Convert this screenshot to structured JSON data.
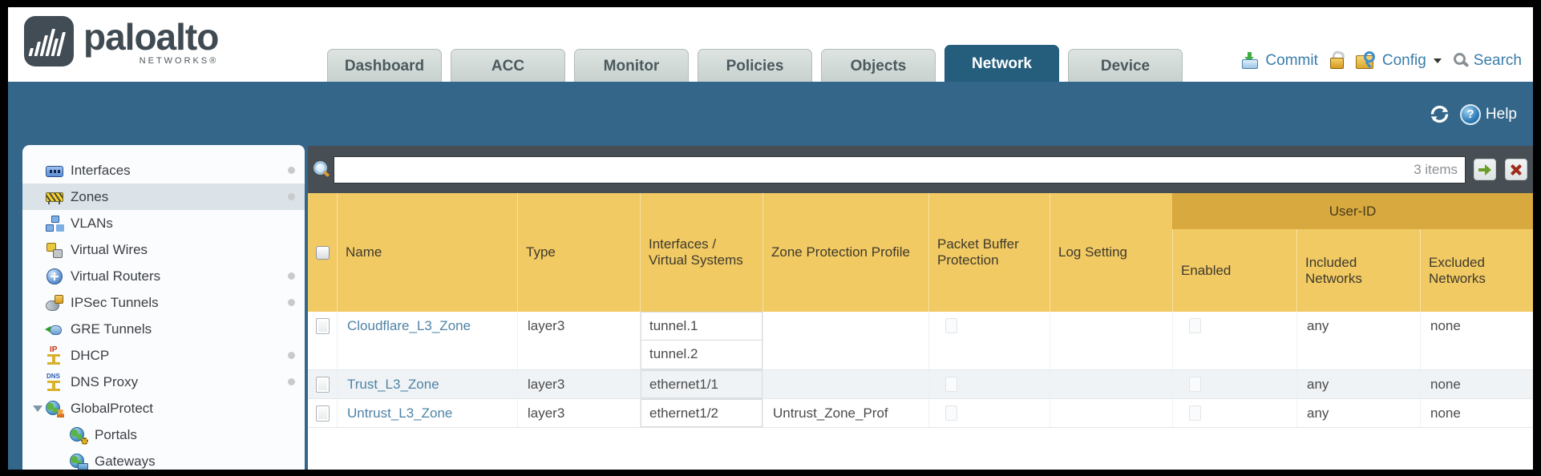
{
  "brand": {
    "logo_text": "paloalto",
    "logo_sub": "NETWORKS®"
  },
  "nav_tabs": [
    {
      "label": "Dashboard",
      "active": false
    },
    {
      "label": "ACC",
      "active": false
    },
    {
      "label": "Monitor",
      "active": false
    },
    {
      "label": "Policies",
      "active": false
    },
    {
      "label": "Objects",
      "active": false
    },
    {
      "label": "Network",
      "active": true
    },
    {
      "label": "Device",
      "active": false
    }
  ],
  "header_actions": {
    "commit": "Commit",
    "config": "Config",
    "search": "Search"
  },
  "band_tools": {
    "help": "Help",
    "icons": [
      "refresh-icon",
      "help-icon"
    ]
  },
  "colors": {
    "band_teal": "#336689",
    "active_tab": "#255e7d",
    "table_header_gold": "#f2ca64",
    "user_id_band_gold": "#d7a93e",
    "filter_bar_gray": "#474e54",
    "link_blue": "#4e83a6",
    "alt_row": "#f0f3f5",
    "action_link_blue": "#3a7dab"
  },
  "sidebar": {
    "items": [
      {
        "label": "Interfaces",
        "icon": "interfaces-icon",
        "dot": true,
        "selected": false
      },
      {
        "label": "Zones",
        "icon": "zones-icon",
        "dot": true,
        "selected": true
      },
      {
        "label": "VLANs",
        "icon": "vlans-icon",
        "dot": false,
        "selected": false
      },
      {
        "label": "Virtual Wires",
        "icon": "virtual-wires-icon",
        "dot": false,
        "selected": false
      },
      {
        "label": "Virtual Routers",
        "icon": "virtual-routers-icon",
        "dot": true,
        "selected": false
      },
      {
        "label": "IPSec Tunnels",
        "icon": "ipsec-tunnels-icon",
        "dot": true,
        "selected": false
      },
      {
        "label": "GRE Tunnels",
        "icon": "gre-tunnels-icon",
        "dot": false,
        "selected": false
      },
      {
        "label": "DHCP",
        "icon": "dhcp-icon",
        "dot": true,
        "selected": false
      },
      {
        "label": "DNS Proxy",
        "icon": "dns-proxy-icon",
        "dot": true,
        "selected": false
      },
      {
        "label": "GlobalProtect",
        "icon": "globalprotect-icon",
        "dot": false,
        "selected": false,
        "expanded": true
      },
      {
        "label": "Portals",
        "icon": "portals-icon",
        "dot": false,
        "selected": false,
        "indent": 1
      },
      {
        "label": "Gateways",
        "icon": "gateways-icon",
        "dot": false,
        "selected": false,
        "indent": 1
      }
    ]
  },
  "filter_bar": {
    "value": "",
    "count_label": "3 items",
    "icons": [
      "search-icon",
      "apply-filter-arrow-icon",
      "clear-filter-x-icon"
    ]
  },
  "table": {
    "columns": [
      "Name",
      "Type",
      "Interfaces / Virtual Systems",
      "Zone Protection Profile",
      "Packet Buffer Protection",
      "Log Setting"
    ],
    "user_id": {
      "label": "User-ID",
      "columns": [
        "Enabled",
        "Included Networks",
        "Excluded Networks"
      ]
    },
    "rows": [
      {
        "name": "Cloudflare_L3_Zone",
        "type": "layer3",
        "interfaces": [
          "tunnel.1",
          "tunnel.2"
        ],
        "zone_protection_profile": "",
        "packet_buffer_protection": false,
        "log_setting": "",
        "user_id_enabled": false,
        "included_networks": "any",
        "excluded_networks": "none"
      },
      {
        "name": "Trust_L3_Zone",
        "type": "layer3",
        "interfaces": [
          "ethernet1/1"
        ],
        "zone_protection_profile": "",
        "packet_buffer_protection": false,
        "log_setting": "",
        "user_id_enabled": false,
        "included_networks": "any",
        "excluded_networks": "none"
      },
      {
        "name": "Untrust_L3_Zone",
        "type": "layer3",
        "interfaces": [
          "ethernet1/2"
        ],
        "zone_protection_profile": "Untrust_Zone_Prof",
        "packet_buffer_protection": false,
        "log_setting": "",
        "user_id_enabled": false,
        "included_networks": "any",
        "excluded_networks": "none"
      }
    ]
  }
}
